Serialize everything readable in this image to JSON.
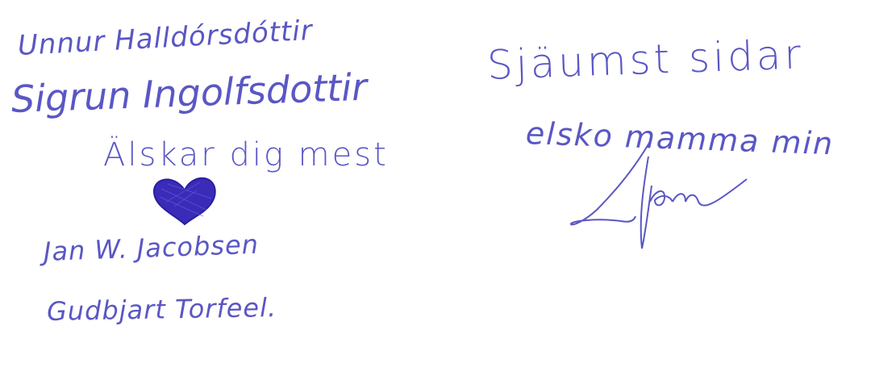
{
  "left_column": {
    "line1": "Unnur Halldórsdóttir",
    "line2": "Sigrun Ingolfsdottir",
    "line3": "Älskar dig mest",
    "line4": "Jan W. Jacobsen",
    "line5": "Gudbjart Torfeel."
  },
  "right_column": {
    "line1": "Sjäumst sidar",
    "line2": "elsko mamma min"
  },
  "colors": {
    "ink": "#5a57c4",
    "heart_fill": "#3a2bb8",
    "background": "#ffffff"
  },
  "icons": {
    "heart": "heart-icon",
    "signature": "signature-scribble"
  }
}
